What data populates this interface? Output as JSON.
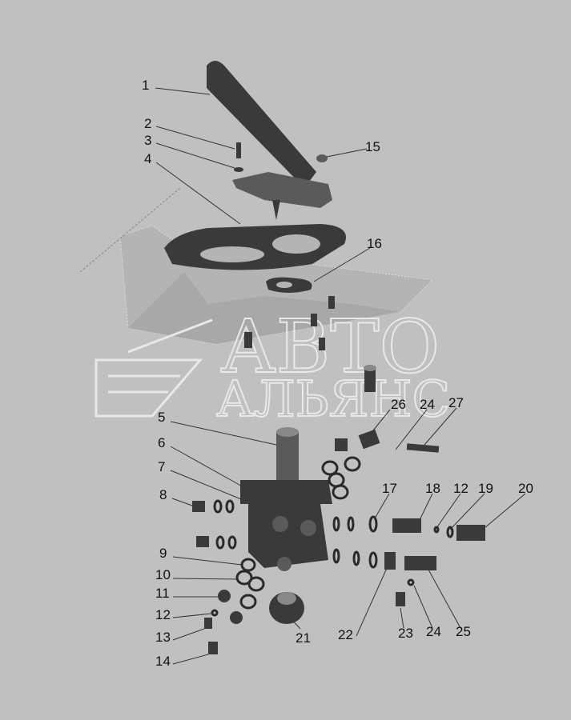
{
  "diagram": {
    "watermark": {
      "line1": "АВТО",
      "line2": "АЛЬЯНС"
    },
    "callouts": [
      {
        "id": "c1",
        "label": "1"
      },
      {
        "id": "c2",
        "label": "2"
      },
      {
        "id": "c3",
        "label": "3"
      },
      {
        "id": "c4",
        "label": "4"
      },
      {
        "id": "c15",
        "label": "15"
      },
      {
        "id": "c16",
        "label": "16"
      },
      {
        "id": "c5",
        "label": "5"
      },
      {
        "id": "c6",
        "label": "6"
      },
      {
        "id": "c7",
        "label": "7"
      },
      {
        "id": "c8",
        "label": "8"
      },
      {
        "id": "c9",
        "label": "9"
      },
      {
        "id": "c10",
        "label": "10"
      },
      {
        "id": "c11",
        "label": "11"
      },
      {
        "id": "c12a",
        "label": "12"
      },
      {
        "id": "c13",
        "label": "13"
      },
      {
        "id": "c14",
        "label": "14"
      },
      {
        "id": "c26",
        "label": "26"
      },
      {
        "id": "c24a",
        "label": "24"
      },
      {
        "id": "c27",
        "label": "27"
      },
      {
        "id": "c17",
        "label": "17"
      },
      {
        "id": "c18",
        "label": "18"
      },
      {
        "id": "c12b",
        "label": "12"
      },
      {
        "id": "c19",
        "label": "19"
      },
      {
        "id": "c20",
        "label": "20"
      },
      {
        "id": "c21",
        "label": "21"
      },
      {
        "id": "c22",
        "label": "22"
      },
      {
        "id": "c23",
        "label": "23"
      },
      {
        "id": "c24b",
        "label": "24"
      },
      {
        "id": "c25",
        "label": "25"
      }
    ]
  }
}
